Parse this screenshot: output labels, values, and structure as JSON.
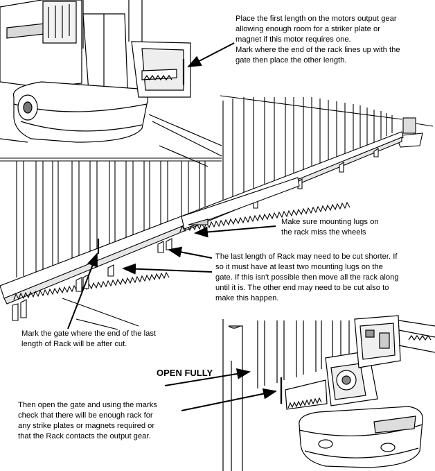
{
  "instructions": {
    "top": [
      "Place the first length on the motors output gear",
      "allowing enough room for a striker plate or",
      "magnet if this motor requires one.",
      "Mark where the end of the rack lines up with the",
      "gate then  place the other length."
    ],
    "lugs": [
      "Make sure mounting lugs on",
      "the rack miss the wheels"
    ],
    "last_length": [
      "The last length of Rack may need to be cut shorter.  If",
      "so it must have at least two mounting lugs on the",
      "gate.  If this isn't possible then move all the rack along",
      "until it is.  The other end may need to be cut also to",
      "make this happen."
    ],
    "mark_gate": [
      "Mark the gate where the end of the last",
      "length of Rack will be after cut."
    ],
    "open_gate": [
      "Then open the gate and using the marks",
      "check that there will be enough rack for",
      "any strike plates or magnets required or",
      "that the Rack contacts the output gear."
    ]
  },
  "open_label": "OPEN FULLY",
  "colors": {
    "line": "#000000",
    "background": "#ffffff",
    "shade": "#bfbfbf"
  }
}
